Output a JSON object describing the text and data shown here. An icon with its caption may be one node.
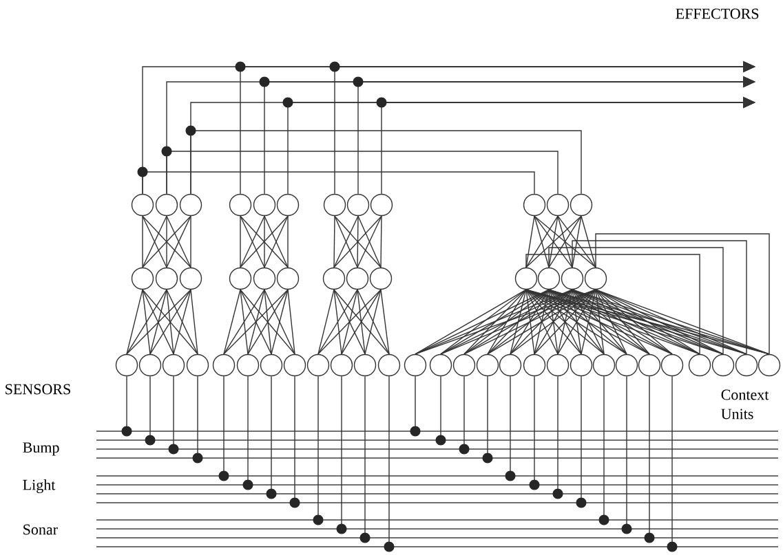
{
  "diagram": {
    "nodes": [
      {
        "text": [],
        "shape": "circle"
      },
      {
        "text": [],
        "shape": "circle"
      },
      {
        "text": [],
        "shape": "circle"
      },
      {
        "text": [],
        "shape": "circle"
      },
      {
        "text": [],
        "shape": "circle"
      },
      {
        "text": [],
        "shape": "circle"
      },
      {
        "text": [],
        "shape": "circle"
      },
      {
        "text": [],
        "shape": "circle"
      },
      {
        "text": [],
        "shape": "circle"
      },
      {
        "text": [],
        "shape": "circle"
      },
      {
        "text": [],
        "shape": "circle"
      },
      {
        "text": [],
        "shape": "circle"
      },
      {
        "text": [],
        "shape": "circle"
      },
      {
        "text": [],
        "shape": "circle"
      },
      {
        "text": [],
        "shape": "circle"
      },
      {
        "text": [],
        "shape": "circle"
      },
      {
        "text": [],
        "shape": "circle"
      },
      {
        "text": [],
        "shape": "circle"
      },
      {
        "text": [],
        "shape": "circle"
      },
      {
        "text": [],
        "shape": "circle"
      },
      {
        "text": [],
        "shape": "circle"
      },
      {
        "text": [],
        "shape": "circle"
      },
      {
        "text": [],
        "shape": "circle"
      },
      {
        "text": [],
        "shape": "circle"
      },
      {
        "text": [],
        "shape": "circle"
      },
      {
        "text": [],
        "shape": "circle"
      },
      {
        "text": [],
        "shape": "circle"
      },
      {
        "text": [],
        "shape": "circle"
      },
      {
        "text": [],
        "shape": "circle"
      },
      {
        "text": [],
        "shape": "circle"
      },
      {
        "text": [],
        "shape": "circle"
      },
      {
        "text": [],
        "shape": "circle"
      },
      {
        "text": [],
        "shape": "circle"
      },
      {
        "text": [],
        "shape": "circle"
      },
      {
        "text": [],
        "shape": "circle"
      },
      {
        "text": [],
        "shape": "circle"
      },
      {
        "text": [],
        "shape": "circle"
      },
      {
        "text": [],
        "shape": "circle"
      },
      {
        "text": [],
        "shape": "circle"
      },
      {
        "text": [],
        "shape": "circle"
      },
      {
        "text": [],
        "shape": "circle"
      },
      {
        "text": [],
        "shape": "circle"
      },
      {
        "text": [],
        "shape": "circle"
      },
      {
        "text": [],
        "shape": "circle"
      },
      {
        "text": [],
        "shape": "circle"
      },
      {
        "text": [],
        "shape": "circle"
      },
      {
        "text": [],
        "shape": "circle"
      },
      {
        "text": [],
        "shape": "circle"
      },
      {
        "text": [],
        "shape": "circle"
      },
      {
        "text": [],
        "shape": "circle"
      },
      {
        "text": [],
        "shape": "circle"
      },
      {
        "text": [],
        "shape": "circle"
      },
      {
        "text": [],
        "shape": "circle"
      },
      {
        "text": [],
        "shape": "line"
      },
      {
        "text": [],
        "shape": "line"
      },
      {
        "text": [],
        "shape": "line"
      },
      {
        "text": [],
        "shape": "line"
      },
      {
        "text": [],
        "shape": "line"
      },
      {
        "text": [],
        "shape": "line"
      },
      {
        "text": [],
        "shape": "line"
      },
      {
        "text": [],
        "shape": "line"
      },
      {
        "text": [],
        "shape": "line"
      },
      {
        "text": [],
        "shape": "line"
      },
      {
        "text": [],
        "shape": "line"
      },
      {
        "text": [],
        "shape": "line"
      }
    ],
    "edges": [
      {
        "from": 25,
        "to": 12,
        "arrow": "none"
      },
      {
        "from": 25,
        "to": 13,
        "arrow": "none"
      },
      {
        "from": 25,
        "to": 14,
        "arrow": "none"
      },
      {
        "from": 26,
        "to": 12,
        "arrow": "none"
      },
      {
        "from": 26,
        "to": 13,
        "arrow": "none"
      },
      {
        "from": 26,
        "to": 14,
        "arrow": "none"
      },
      {
        "from": 27,
        "to": 12,
        "arrow": "none"
      },
      {
        "from": 27,
        "to": 13,
        "arrow": "none"
      },
      {
        "from": 27,
        "to": 14,
        "arrow": "none"
      },
      {
        "from": 28,
        "to": 12,
        "arrow": "none"
      },
      {
        "from": 28,
        "to": 13,
        "arrow": "none"
      },
      {
        "from": 28,
        "to": 14,
        "arrow": "none"
      },
      {
        "from": 29,
        "to": 15,
        "arrow": "none"
      },
      {
        "from": 29,
        "to": 16,
        "arrow": "none"
      },
      {
        "from": 29,
        "to": 17,
        "arrow": "none"
      },
      {
        "from": 30,
        "to": 15,
        "arrow": "none"
      },
      {
        "from": 30,
        "to": 16,
        "arrow": "none"
      },
      {
        "from": 30,
        "to": 17,
        "arrow": "none"
      },
      {
        "from": 31,
        "to": 15,
        "arrow": "none"
      },
      {
        "from": 31,
        "to": 16,
        "arrow": "none"
      },
      {
        "from": 31,
        "to": 17,
        "arrow": "none"
      },
      {
        "from": 32,
        "to": 15,
        "arrow": "none"
      },
      {
        "from": 32,
        "to": 16,
        "arrow": "none"
      },
      {
        "from": 32,
        "to": 17,
        "arrow": "none"
      },
      {
        "from": 33,
        "to": 18,
        "arrow": "none"
      },
      {
        "from": 33,
        "to": 19,
        "arrow": "none"
      },
      {
        "from": 33,
        "to": 20,
        "arrow": "none"
      },
      {
        "from": 34,
        "to": 18,
        "arrow": "none"
      },
      {
        "from": 34,
        "to": 19,
        "arrow": "none"
      },
      {
        "from": 34,
        "to": 20,
        "arrow": "none"
      },
      {
        "from": 35,
        "to": 18,
        "arrow": "none"
      },
      {
        "from": 35,
        "to": 19,
        "arrow": "none"
      },
      {
        "from": 35,
        "to": 20,
        "arrow": "none"
      },
      {
        "from": 36,
        "to": 18,
        "arrow": "none"
      },
      {
        "from": 36,
        "to": 19,
        "arrow": "none"
      },
      {
        "from": 36,
        "to": 20,
        "arrow": "none"
      },
      {
        "from": 12,
        "to": 0,
        "arrow": "none"
      },
      {
        "from": 12,
        "to": 1,
        "arrow": "none"
      },
      {
        "from": 12,
        "to": 2,
        "arrow": "none"
      },
      {
        "from": 13,
        "to": 0,
        "arrow": "none"
      },
      {
        "from": 13,
        "to": 1,
        "arrow": "none"
      },
      {
        "from": 13,
        "to": 2,
        "arrow": "none"
      },
      {
        "from": 14,
        "to": 0,
        "arrow": "none"
      },
      {
        "from": 14,
        "to": 1,
        "arrow": "none"
      },
      {
        "from": 14,
        "to": 2,
        "arrow": "none"
      },
      {
        "from": 15,
        "to": 3,
        "arrow": "none"
      },
      {
        "from": 15,
        "to": 4,
        "arrow": "none"
      },
      {
        "from": 15,
        "to": 5,
        "arrow": "none"
      },
      {
        "from": 16,
        "to": 3,
        "arrow": "none"
      },
      {
        "from": 16,
        "to": 4,
        "arrow": "none"
      },
      {
        "from": 16,
        "to": 5,
        "arrow": "none"
      },
      {
        "from": 17,
        "to": 3,
        "arrow": "none"
      },
      {
        "from": 17,
        "to": 4,
        "arrow": "none"
      },
      {
        "from": 17,
        "to": 5,
        "arrow": "none"
      },
      {
        "from": 18,
        "to": 6,
        "arrow": "none"
      },
      {
        "from": 18,
        "to": 7,
        "arrow": "none"
      },
      {
        "from": 18,
        "to": 8,
        "arrow": "none"
      },
      {
        "from": 19,
        "to": 6,
        "arrow": "none"
      },
      {
        "from": 19,
        "to": 7,
        "arrow": "none"
      },
      {
        "from": 19,
        "to": 8,
        "arrow": "none"
      },
      {
        "from": 20,
        "to": 6,
        "arrow": "none"
      },
      {
        "from": 20,
        "to": 7,
        "arrow": "none"
      },
      {
        "from": 20,
        "to": 8,
        "arrow": "none"
      },
      {
        "from": 37,
        "to": 21,
        "arrow": "none"
      },
      {
        "from": 37,
        "to": 22,
        "arrow": "none"
      },
      {
        "from": 37,
        "to": 23,
        "arrow": "none"
      },
      {
        "from": 37,
        "to": 24,
        "arrow": "none"
      },
      {
        "from": 38,
        "to": 21,
        "arrow": "none"
      },
      {
        "from": 38,
        "to": 22,
        "arrow": "none"
      },
      {
        "from": 38,
        "to": 23,
        "arrow": "none"
      },
      {
        "from": 38,
        "to": 24,
        "arrow": "none"
      },
      {
        "from": 39,
        "to": 21,
        "arrow": "none"
      },
      {
        "from": 39,
        "to": 22,
        "arrow": "none"
      },
      {
        "from": 39,
        "to": 23,
        "arrow": "none"
      },
      {
        "from": 39,
        "to": 24,
        "arrow": "none"
      },
      {
        "from": 40,
        "to": 21,
        "arrow": "none"
      },
      {
        "from": 40,
        "to": 22,
        "arrow": "none"
      },
      {
        "from": 40,
        "to": 23,
        "arrow": "none"
      },
      {
        "from": 40,
        "to": 24,
        "arrow": "none"
      },
      {
        "from": 41,
        "to": 21,
        "arrow": "none"
      },
      {
        "from": 41,
        "to": 22,
        "arrow": "none"
      },
      {
        "from": 41,
        "to": 23,
        "arrow": "none"
      },
      {
        "from": 41,
        "to": 24,
        "arrow": "none"
      },
      {
        "from": 42,
        "to": 21,
        "arrow": "none"
      },
      {
        "from": 42,
        "to": 22,
        "arrow": "none"
      },
      {
        "from": 42,
        "to": 23,
        "arrow": "none"
      },
      {
        "from": 42,
        "to": 24,
        "arrow": "none"
      },
      {
        "from": 43,
        "to": 21,
        "arrow": "none"
      },
      {
        "from": 43,
        "to": 22,
        "arrow": "none"
      },
      {
        "from": 43,
        "to": 23,
        "arrow": "none"
      },
      {
        "from": 43,
        "to": 24,
        "arrow": "none"
      },
      {
        "from": 44,
        "to": 21,
        "arrow": "none"
      },
      {
        "from": 44,
        "to": 22,
        "arrow": "none"
      },
      {
        "from": 44,
        "to": 23,
        "arrow": "none"
      },
      {
        "from": 44,
        "to": 24,
        "arrow": "none"
      },
      {
        "from": 45,
        "to": 21,
        "arrow": "none"
      },
      {
        "from": 45,
        "to": 22,
        "arrow": "none"
      },
      {
        "from": 45,
        "to": 23,
        "arrow": "none"
      },
      {
        "from": 45,
        "to": 24,
        "arrow": "none"
      },
      {
        "from": 46,
        "to": 21,
        "arrow": "none"
      },
      {
        "from": 46,
        "to": 22,
        "arrow": "none"
      },
      {
        "from": 46,
        "to": 23,
        "arrow": "none"
      },
      {
        "from": 46,
        "to": 24,
        "arrow": "none"
      },
      {
        "from": 47,
        "to": 21,
        "arrow": "none"
      },
      {
        "from": 47,
        "to": 22,
        "arrow": "none"
      },
      {
        "from": 47,
        "to": 23,
        "arrow": "none"
      },
      {
        "from": 47,
        "to": 24,
        "arrow": "none"
      },
      {
        "from": 48,
        "to": 21,
        "arrow": "none"
      },
      {
        "from": 48,
        "to": 22,
        "arrow": "none"
      },
      {
        "from": 48,
        "to": 23,
        "arrow": "none"
      },
      {
        "from": 48,
        "to": 24,
        "arrow": "none"
      },
      {
        "from": 49,
        "to": 21,
        "arrow": "none"
      },
      {
        "from": 49,
        "to": 22,
        "arrow": "none"
      },
      {
        "from": 49,
        "to": 23,
        "arrow": "none"
      },
      {
        "from": 49,
        "to": 24,
        "arrow": "none"
      },
      {
        "from": 50,
        "to": 21,
        "arrow": "none"
      },
      {
        "from": 50,
        "to": 22,
        "arrow": "none"
      },
      {
        "from": 50,
        "to": 23,
        "arrow": "none"
      },
      {
        "from": 50,
        "to": 24,
        "arrow": "none"
      },
      {
        "from": 51,
        "to": 21,
        "arrow": "none"
      },
      {
        "from": 51,
        "to": 22,
        "arrow": "none"
      },
      {
        "from": 51,
        "to": 23,
        "arrow": "none"
      },
      {
        "from": 51,
        "to": 24,
        "arrow": "none"
      },
      {
        "from": 52,
        "to": 21,
        "arrow": "none"
      },
      {
        "from": 52,
        "to": 22,
        "arrow": "none"
      },
      {
        "from": 52,
        "to": 23,
        "arrow": "none"
      },
      {
        "from": 52,
        "to": 24,
        "arrow": "none"
      },
      {
        "from": 21,
        "to": 9,
        "arrow": "none"
      },
      {
        "from": 21,
        "to": 10,
        "arrow": "none"
      },
      {
        "from": 21,
        "to": 11,
        "arrow": "none"
      },
      {
        "from": 22,
        "to": 9,
        "arrow": "none"
      },
      {
        "from": 22,
        "to": 10,
        "arrow": "none"
      },
      {
        "from": 22,
        "to": 11,
        "arrow": "none"
      },
      {
        "from": 23,
        "to": 9,
        "arrow": "none"
      },
      {
        "from": 23,
        "to": 10,
        "arrow": "none"
      },
      {
        "from": 23,
        "to": 11,
        "arrow": "none"
      },
      {
        "from": 24,
        "to": 9,
        "arrow": "none"
      },
      {
        "from": 24,
        "to": 10,
        "arrow": "none"
      },
      {
        "from": 24,
        "to": 11,
        "arrow": "none"
      },
      {
        "from": 21,
        "to": 49,
        "arrow": "none"
      },
      {
        "from": 22,
        "to": 50,
        "arrow": "none"
      },
      {
        "from": 23,
        "to": 51,
        "arrow": "none"
      },
      {
        "from": 24,
        "to": 52,
        "arrow": "none"
      },
      {
        "from": 25,
        "to": 53,
        "arrow": "other"
      },
      {
        "from": 26,
        "to": 54,
        "arrow": "other"
      },
      {
        "from": 27,
        "to": 55,
        "arrow": "other"
      },
      {
        "from": 28,
        "to": 56,
        "arrow": "other"
      },
      {
        "from": 29,
        "to": 57,
        "arrow": "other"
      },
      {
        "from": 30,
        "to": 58,
        "arrow": "other"
      },
      {
        "from": 31,
        "to": 59,
        "arrow": "other"
      },
      {
        "from": 32,
        "to": 60,
        "arrow": "other"
      },
      {
        "from": 33,
        "to": 61,
        "arrow": "other"
      },
      {
        "from": 34,
        "to": 62,
        "arrow": "other"
      },
      {
        "from": 35,
        "to": 63,
        "arrow": "other"
      },
      {
        "from": 36,
        "to": 64,
        "arrow": "other"
      },
      {
        "from": 37,
        "to": 53,
        "arrow": "other"
      },
      {
        "from": 38,
        "to": 54,
        "arrow": "other"
      },
      {
        "from": 39,
        "to": 55,
        "arrow": "other"
      },
      {
        "from": 40,
        "to": 56,
        "arrow": "other"
      },
      {
        "from": 41,
        "to": 57,
        "arrow": "other"
      },
      {
        "from": 42,
        "to": 58,
        "arrow": "other"
      },
      {
        "from": 43,
        "to": 59,
        "arrow": "other"
      },
      {
        "from": 44,
        "to": 60,
        "arrow": "other"
      },
      {
        "from": 45,
        "to": 61,
        "arrow": "other"
      },
      {
        "from": 46,
        "to": 62,
        "arrow": "other"
      },
      {
        "from": 47,
        "to": 63,
        "arrow": "other"
      },
      {
        "from": 48,
        "to": 64,
        "arrow": "other"
      },
      {
        "from": 0,
        "to": null,
        "arrow": "to"
      },
      {
        "from": 3,
        "to": null,
        "arrow": "to"
      },
      {
        "from": 6,
        "to": null,
        "arrow": "to"
      },
      {
        "from": 1,
        "to": null,
        "arrow": "to"
      },
      {
        "from": 4,
        "to": null,
        "arrow": "to"
      },
      {
        "from": 7,
        "to": null,
        "arrow": "to"
      },
      {
        "from": 2,
        "to": null,
        "arrow": "to"
      },
      {
        "from": 5,
        "to": null,
        "arrow": "to"
      },
      {
        "from": 8,
        "to": null,
        "arrow": "to"
      },
      {
        "from": 9,
        "to": 0,
        "arrow": "none"
      },
      {
        "from": 10,
        "to": 1,
        "arrow": "none"
      },
      {
        "from": 11,
        "to": 2,
        "arrow": "none"
      }
    ],
    "labels": [
      "EFFECTORS",
      "SENSORS",
      "Context Units",
      "Bump",
      "Light",
      "Sonar"
    ]
  }
}
